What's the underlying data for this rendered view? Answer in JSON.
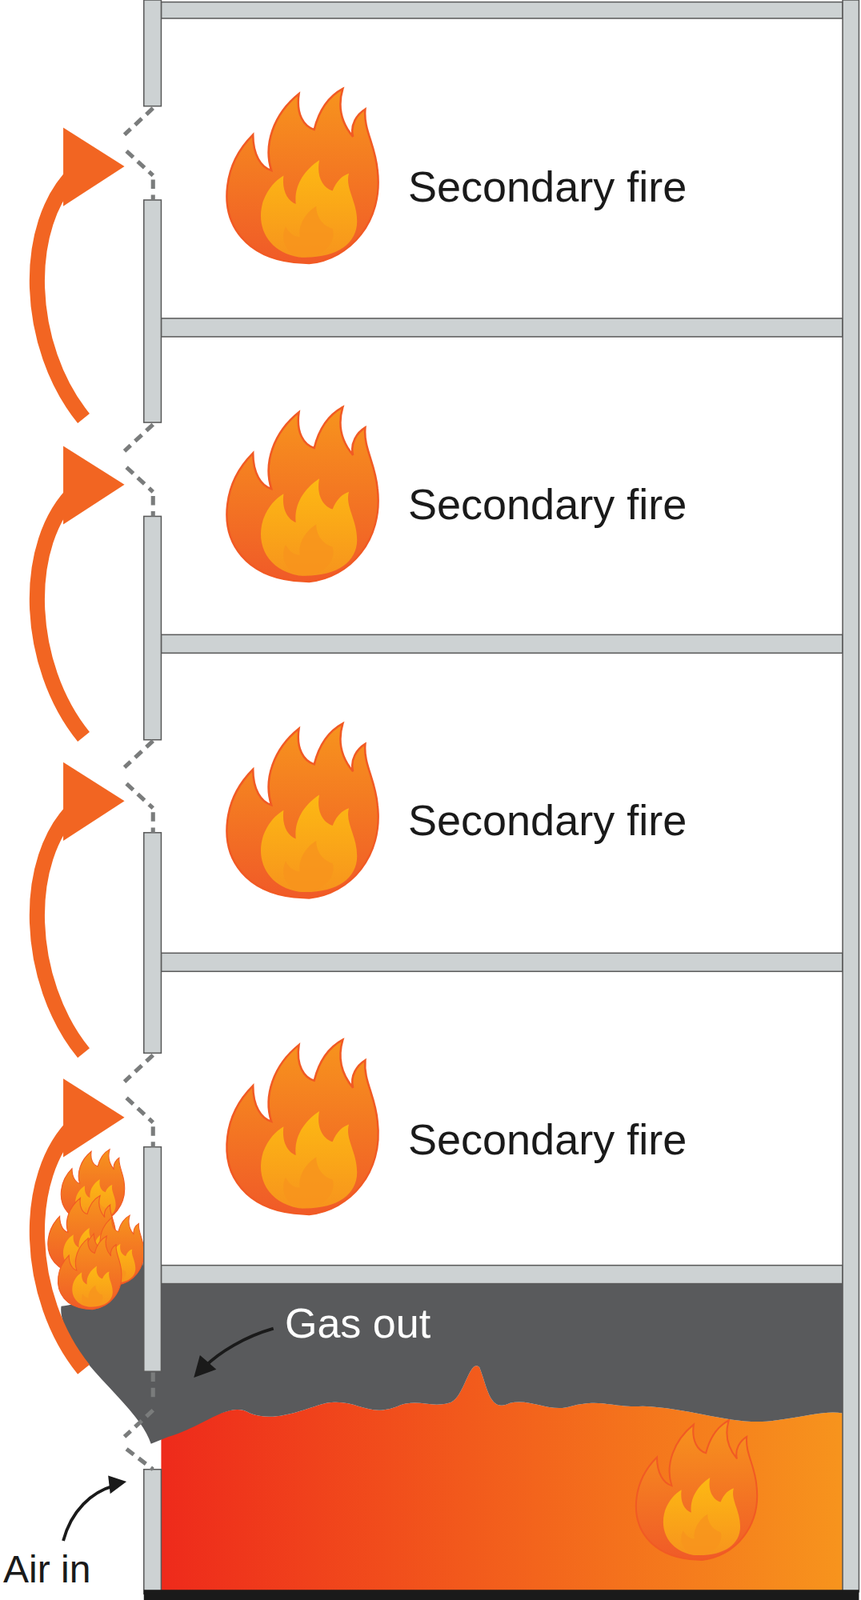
{
  "diagram": {
    "labels": [
      "Secondary fire",
      "Secondary fire",
      "Secondary fire",
      "Secondary fire",
      "Gas out",
      "Air in"
    ]
  }
}
